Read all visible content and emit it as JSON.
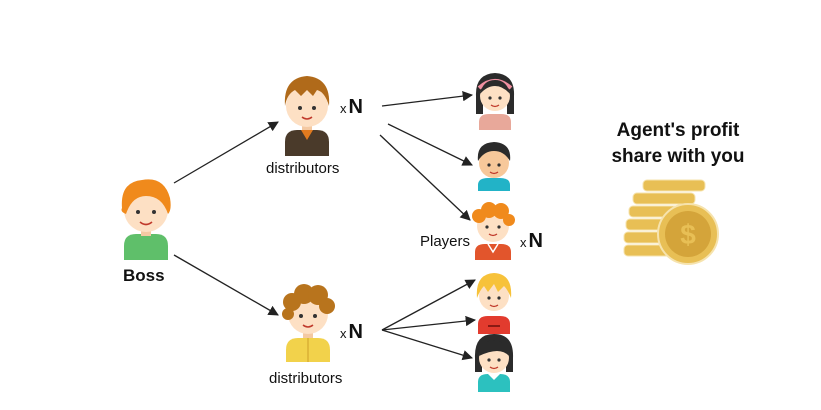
{
  "labels": {
    "boss": "Boss",
    "distributors_top": "distributors",
    "distributors_bottom": "distributors",
    "players": "Players"
  },
  "multipliers": {
    "x": "x",
    "n": "N"
  },
  "title": {
    "line1": "Agent's profit",
    "line2": "share with you"
  },
  "coin_symbol": "$",
  "icons": [
    "boss-avatar",
    "distributor-avatar",
    "player-avatar",
    "coin-stack-icon",
    "arrow-icon"
  ],
  "colors": {
    "coin": "#e8bf55",
    "coin_dark": "#d4a43a",
    "arrow": "#222222",
    "skin": "#fde0c4",
    "boss_hair": "#f08a1c",
    "boss_shirt": "#5fbf6a"
  }
}
